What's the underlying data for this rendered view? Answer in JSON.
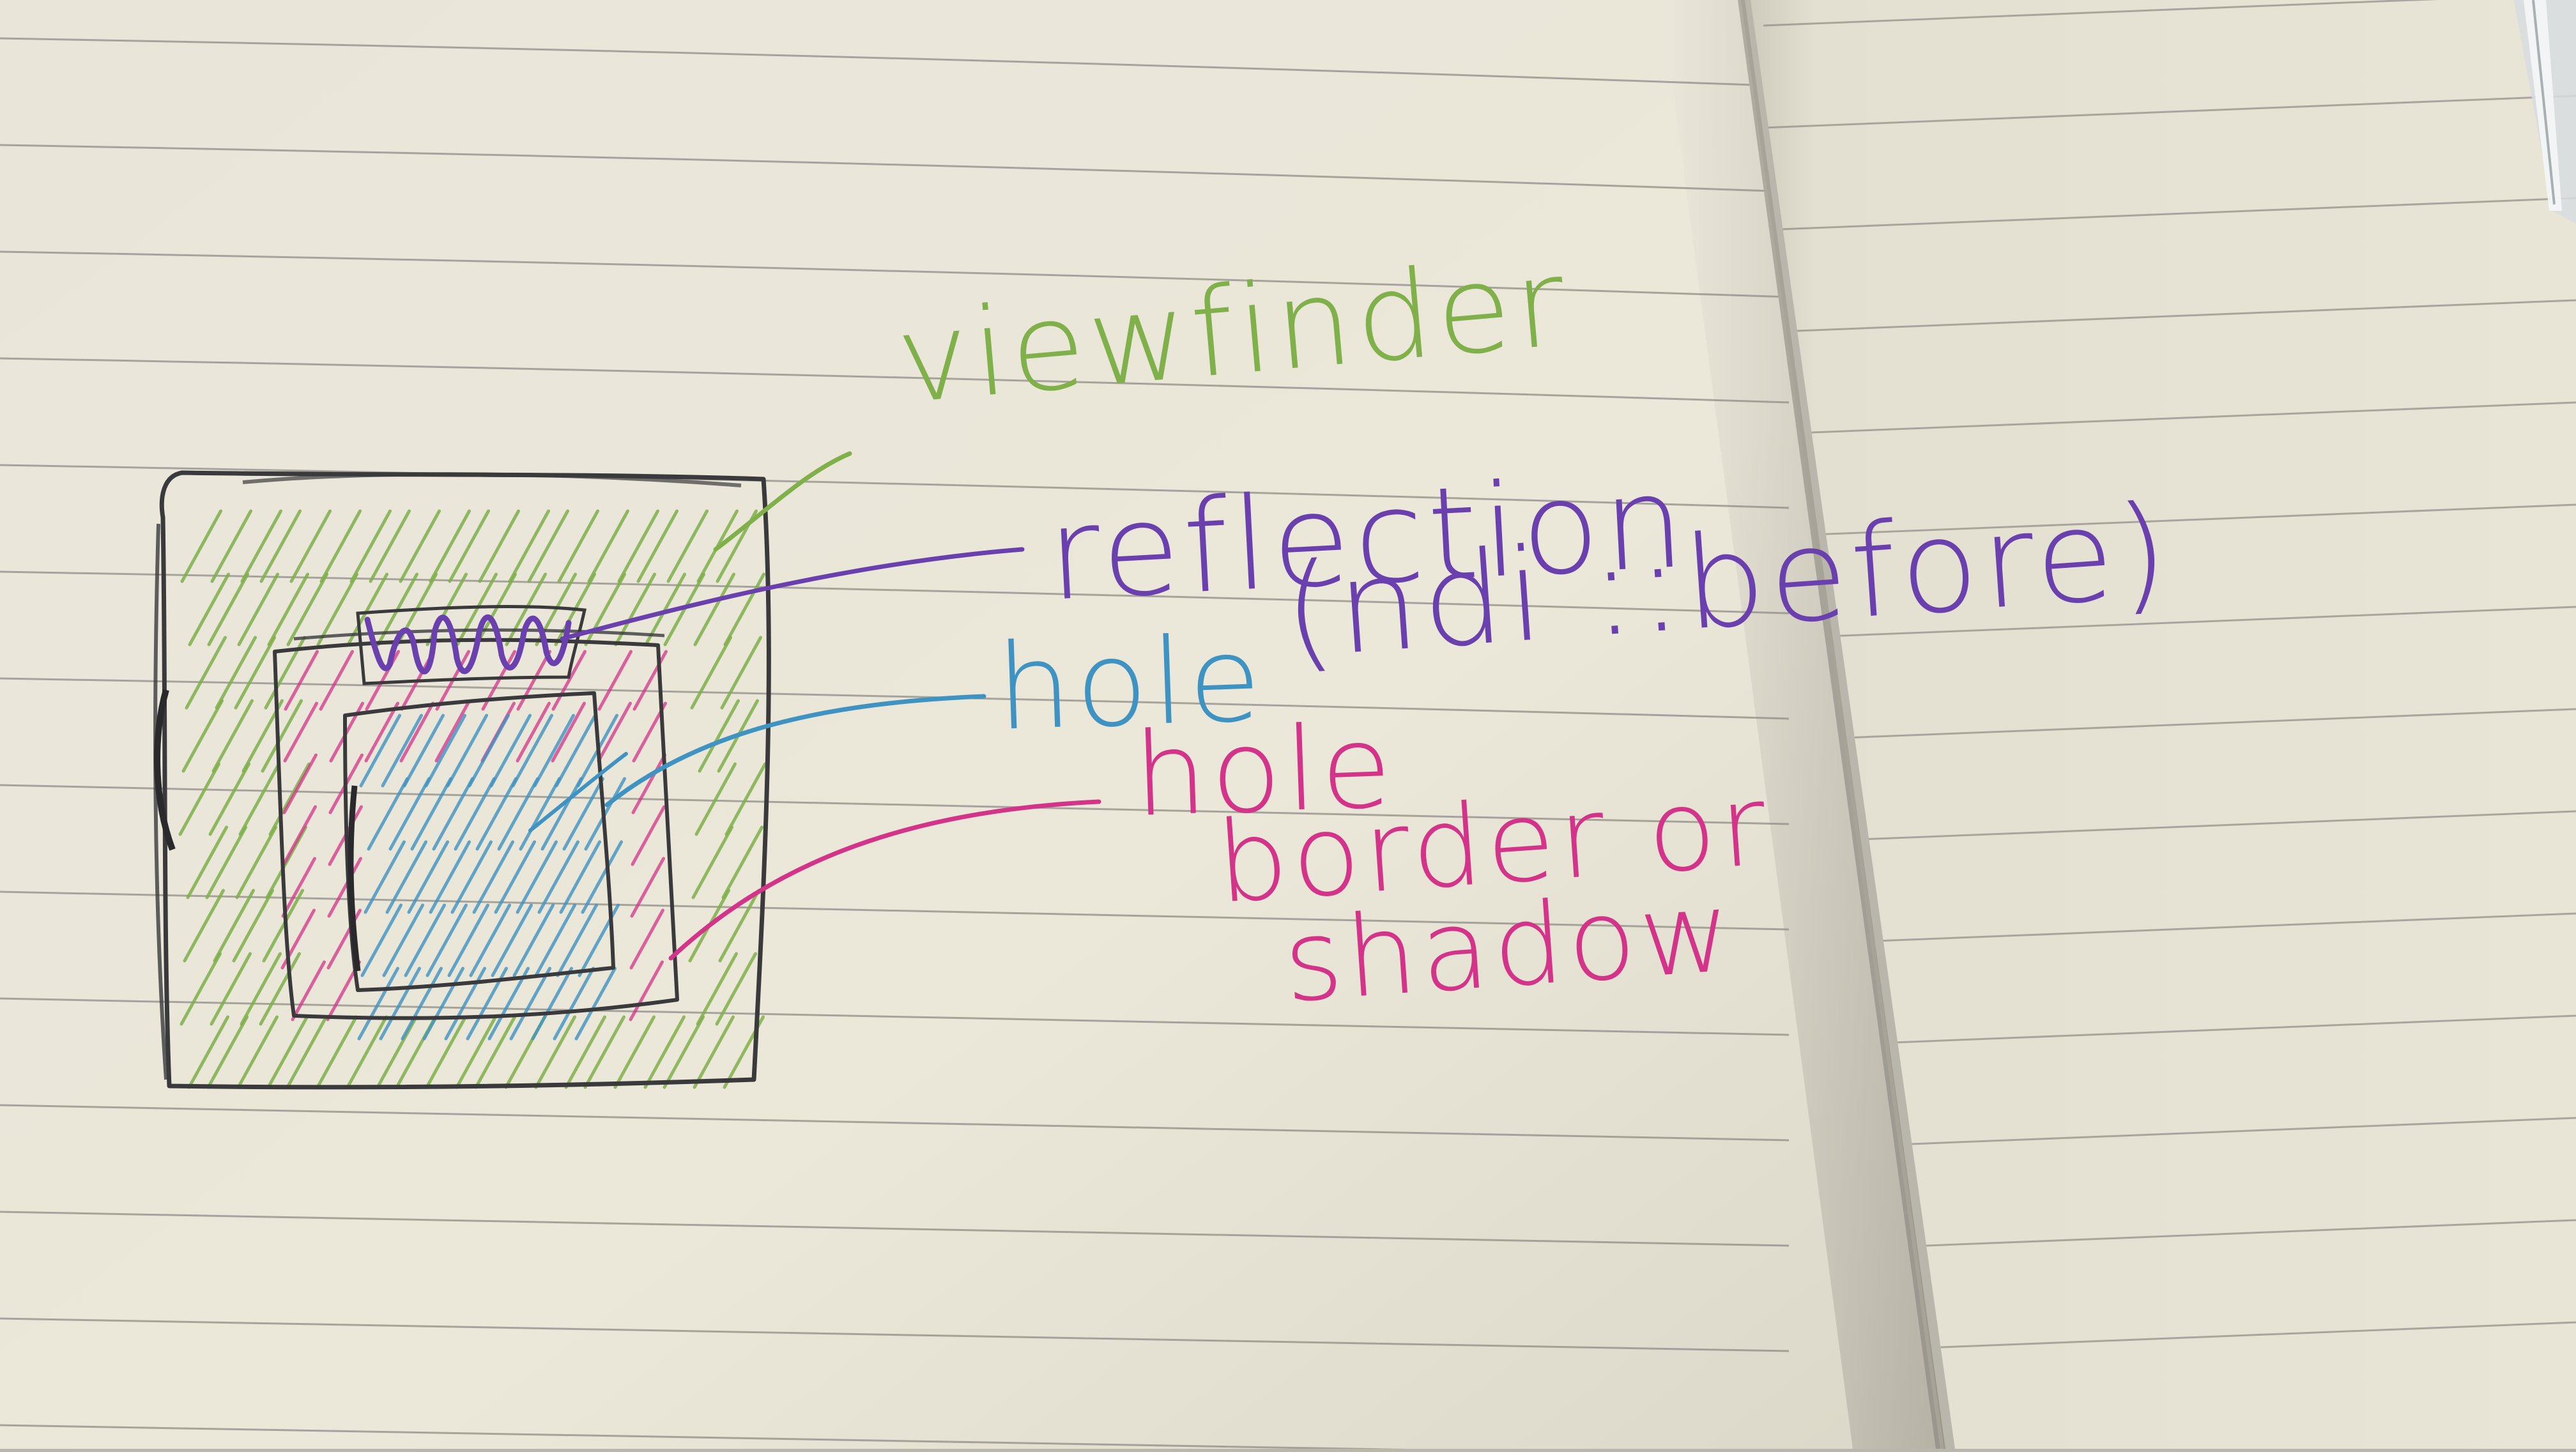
{
  "notebook": {
    "colors": {
      "page": "#ece8da",
      "right_page": "#e6e2d3",
      "rule": "#8d8c85",
      "pencil": "#3a3a3c",
      "green_ink": "#7fb04a",
      "purple_ink": "#6a3fae",
      "blue_ink": "#3f93c3",
      "pink_ink": "#d4338a"
    }
  },
  "sketch": {
    "description_labels": {
      "viewfinder": "viewfinder",
      "reflection": "reflection",
      "reflection_note": "(ndi ::before)",
      "hole_blue": "hole",
      "hole_pink": "hole",
      "border_line": "border or",
      "shadow_line": "shadow"
    }
  }
}
